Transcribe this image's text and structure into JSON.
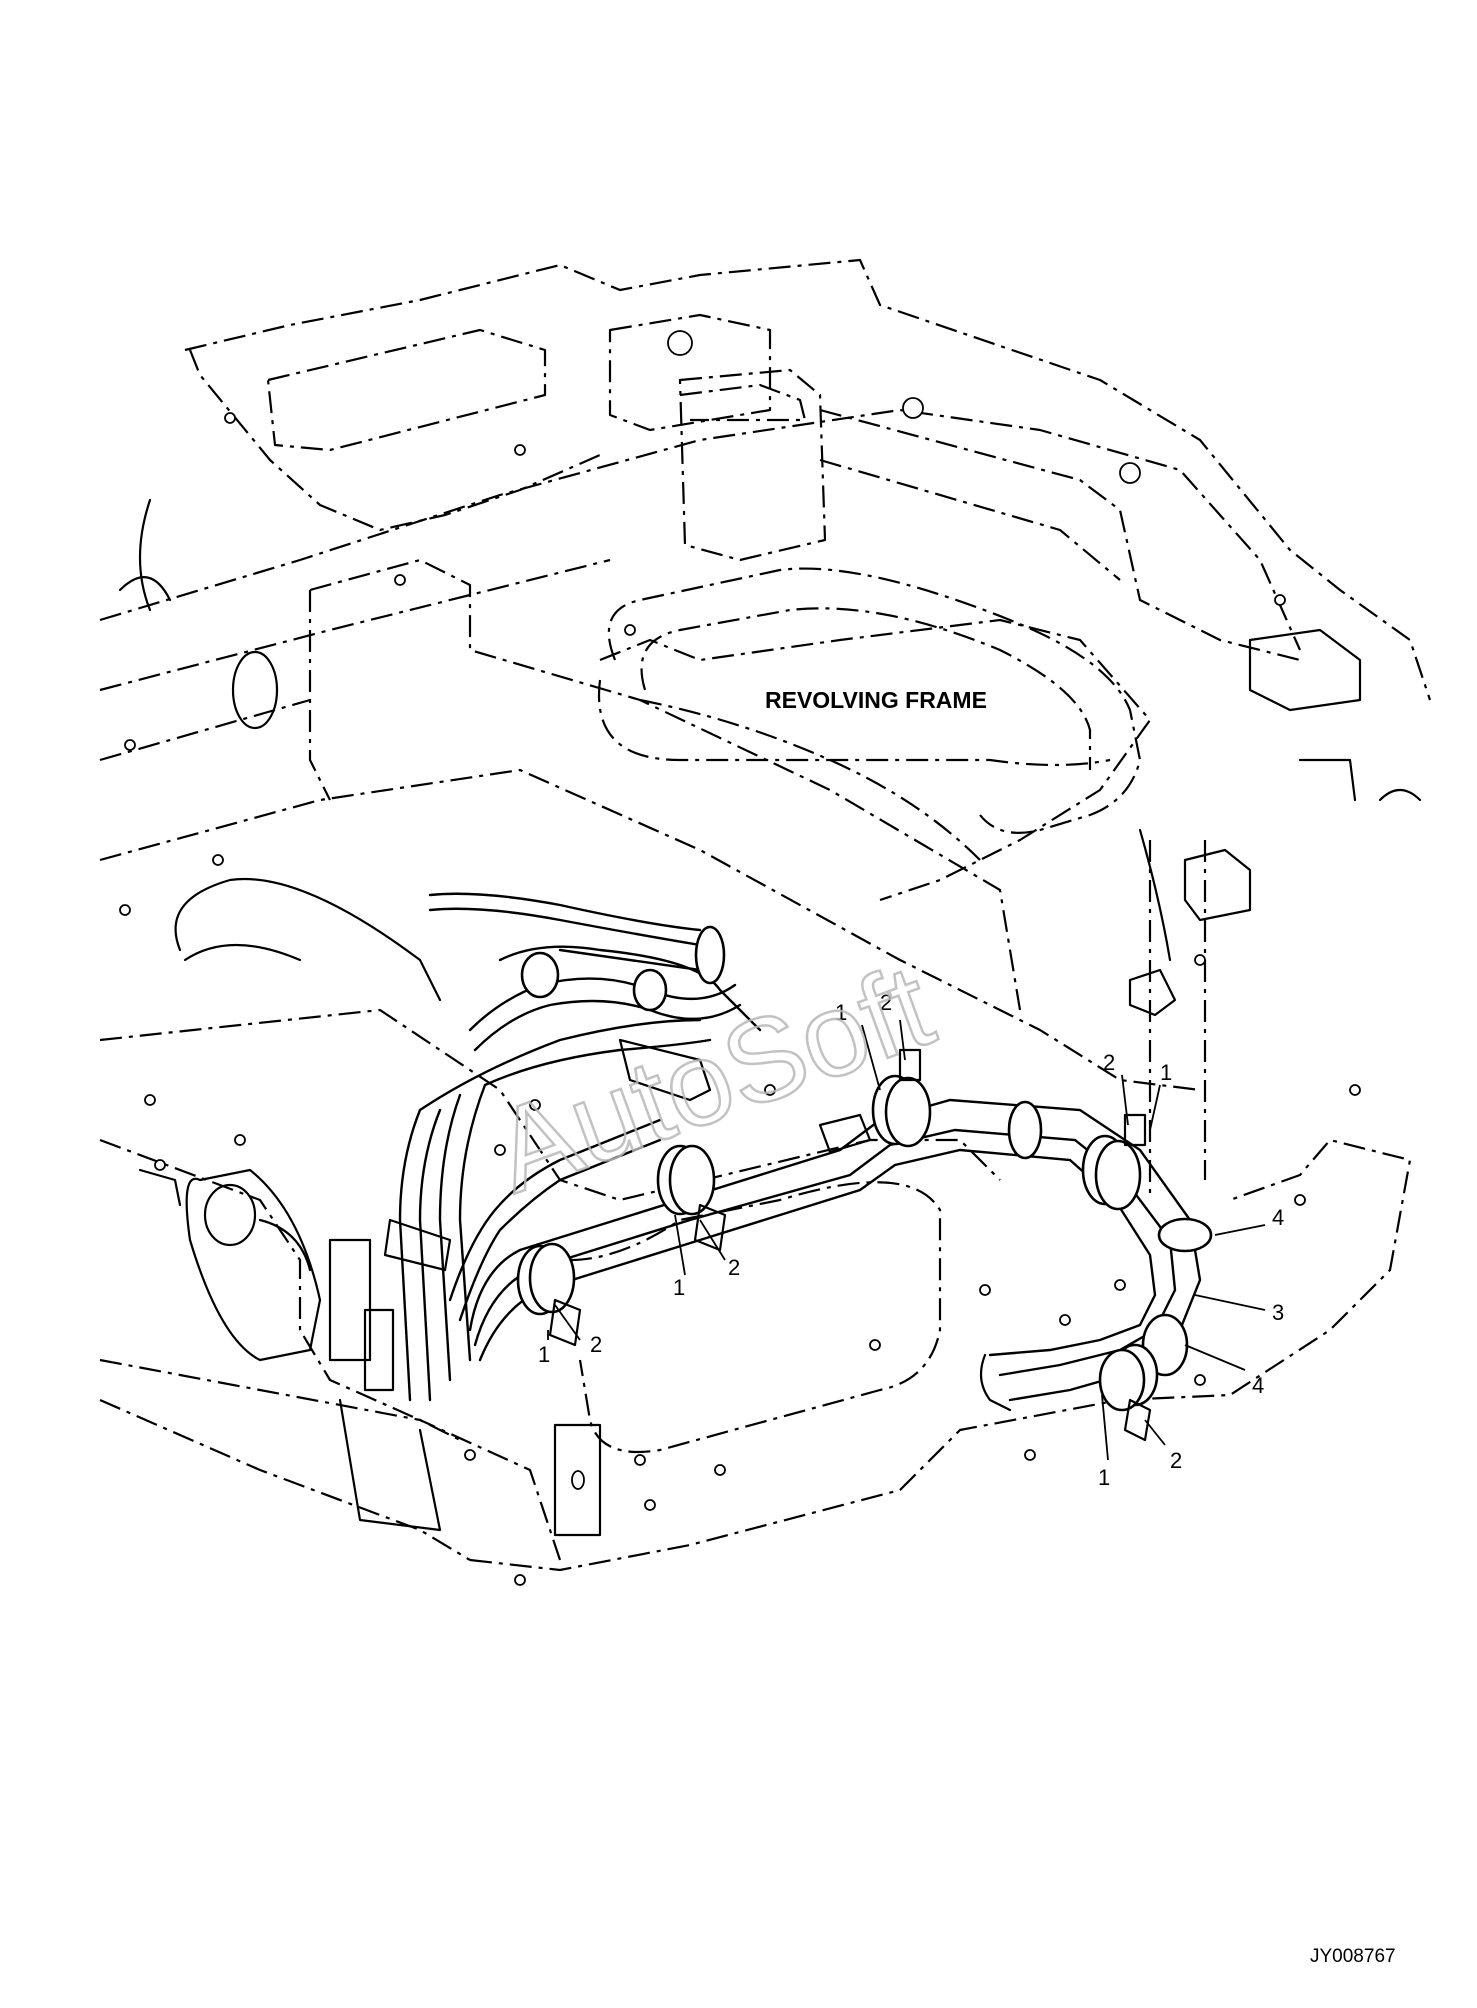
{
  "title_label": "REVOLVING FRAME",
  "drawing_code": "JY008767",
  "watermark": "AutoSoft",
  "callouts": [
    {
      "label": "1"
    },
    {
      "label": "2"
    },
    {
      "label": "1"
    },
    {
      "label": "2"
    },
    {
      "label": "1"
    },
    {
      "label": "2"
    },
    {
      "label": "2"
    },
    {
      "label": "1"
    },
    {
      "label": "4"
    },
    {
      "label": "3"
    },
    {
      "label": "4"
    },
    {
      "label": "2"
    },
    {
      "label": "1"
    }
  ]
}
